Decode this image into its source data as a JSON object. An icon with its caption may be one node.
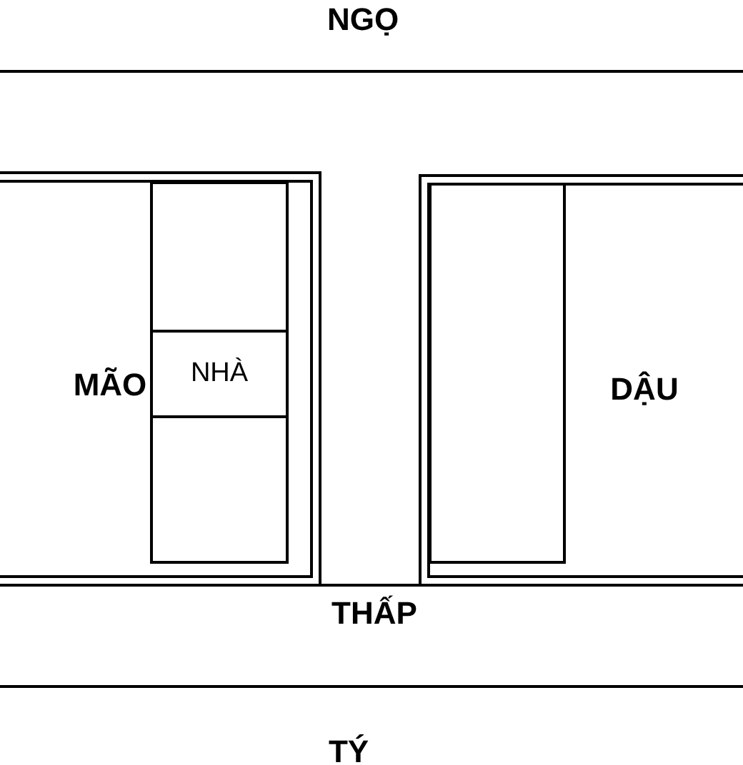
{
  "diagram": {
    "nodes": [
      {
        "text": [],
        "shape": "box"
      },
      {
        "text": [],
        "shape": "box",
        "in": 0
      },
      {
        "text": [
          "NHÀ"
        ],
        "in": 1
      },
      {
        "text": [],
        "shape": "box"
      },
      {
        "text": [],
        "shape": "box",
        "in": 3
      }
    ],
    "labels": [
      "NGỌ",
      "MÃO",
      "DẬU",
      "THẤP",
      "TÝ"
    ]
  }
}
